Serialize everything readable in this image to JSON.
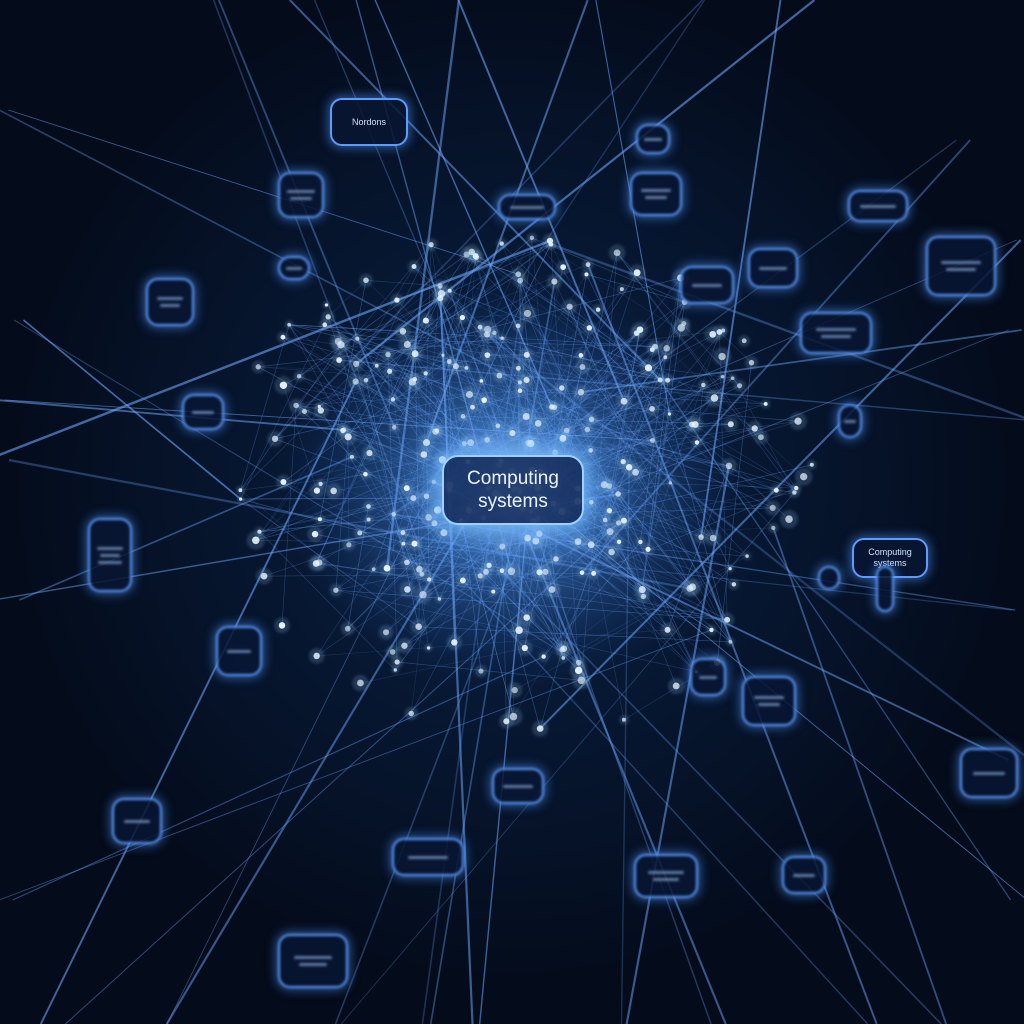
{
  "diagram": {
    "center_label": {
      "line1": "Computing",
      "line2": "systems"
    },
    "labels": [
      {
        "id": "top-left",
        "text": "Nordons"
      },
      {
        "id": "right-middle",
        "line1": "Computing",
        "line2": "systems"
      }
    ],
    "colors": {
      "background": "#040b1a",
      "node_glow": "#9fd0ff",
      "edge": "#6fa8ff",
      "label_border": "#5d9cff"
    }
  }
}
